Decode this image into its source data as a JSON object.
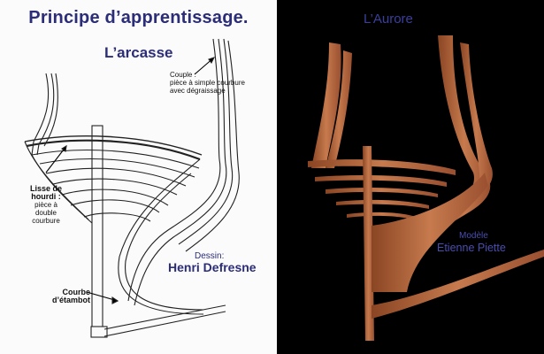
{
  "left_panel": {
    "title": "Principe d’apprentissage.",
    "subtitle": "L’arcasse",
    "labels": {
      "couple_heading": "Couple :",
      "couple_line1": "pièce à simple courbure",
      "couple_line2": "avec dégraissage",
      "lisse_heading1": "Lisse de",
      "lisse_heading2": "hourdi :",
      "lisse_line1": "pièce à",
      "lisse_line2": "double",
      "lisse_line3": "courbure",
      "courbe_heading1": "Courbe",
      "courbe_heading2": "d’étambot"
    },
    "credit": {
      "label": "Dessin:",
      "name": "Henri Defresne"
    }
  },
  "right_panel": {
    "title": "L’Aurore",
    "credit": {
      "label": "Modèle",
      "name": "Etienne Piette"
    }
  },
  "colors": {
    "text_blue": "#2b2d78",
    "wood": "#b8643a",
    "right_bg": "#000000",
    "left_bg": "#fbfbfb"
  }
}
